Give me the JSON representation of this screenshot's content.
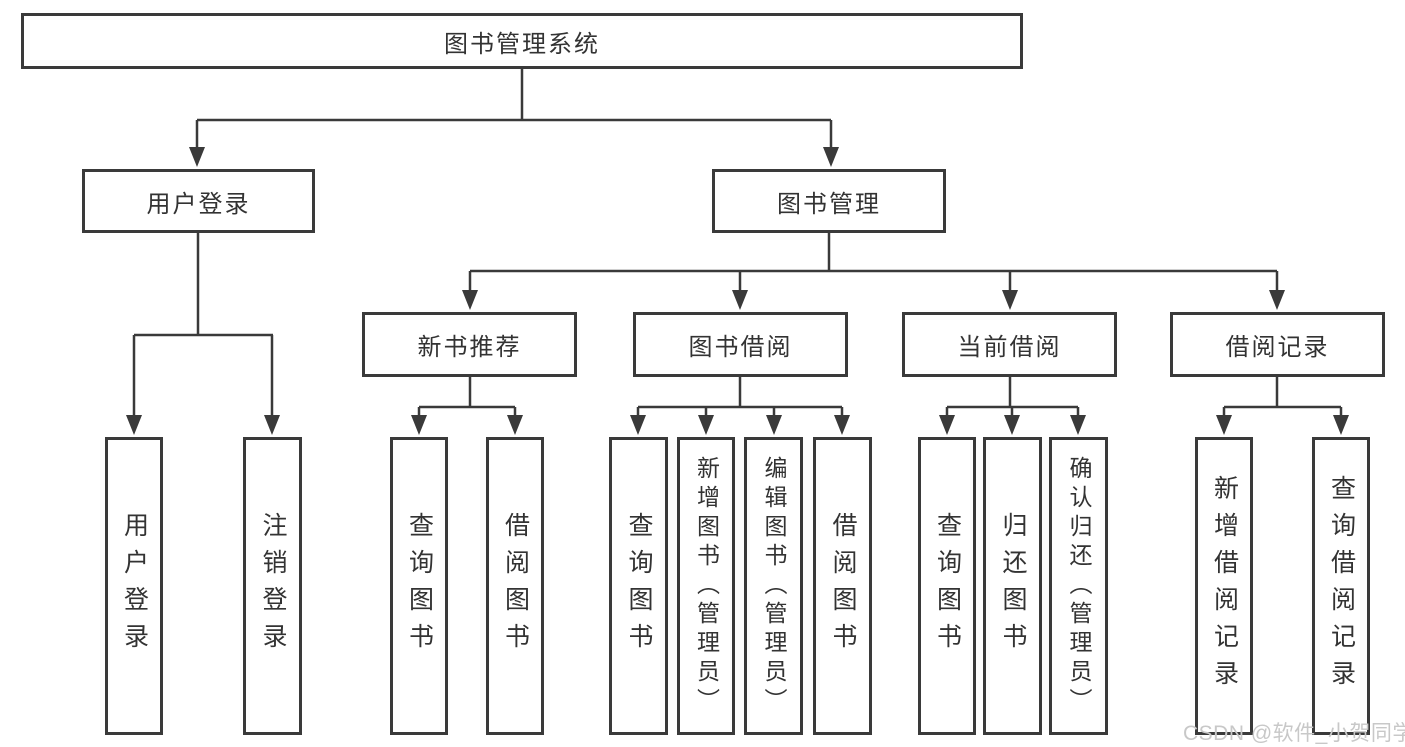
{
  "diagram_title": "图书管理系统",
  "nodes": [
    {
      "id": "root",
      "label": "图书管理系统"
    },
    {
      "id": "login",
      "label": "用户登录"
    },
    {
      "id": "book-mgmt",
      "label": "图书管理"
    },
    {
      "id": "new-books",
      "label": "新书推荐"
    },
    {
      "id": "book-borrow",
      "label": "图书借阅"
    },
    {
      "id": "current-borrow",
      "label": "当前借阅"
    },
    {
      "id": "borrow-records",
      "label": "借阅记录"
    },
    {
      "id": "login-user",
      "label": "用户登录"
    },
    {
      "id": "login-logout",
      "label": "注销登录"
    },
    {
      "id": "newbooks-query",
      "label": "查询图书"
    },
    {
      "id": "newbooks-borrow",
      "label": "借阅图书"
    },
    {
      "id": "borrow-query",
      "label": "查询图书"
    },
    {
      "id": "borrow-add",
      "label": "新增图书（管理员）"
    },
    {
      "id": "borrow-edit",
      "label": "编辑图书（管理员）"
    },
    {
      "id": "borrow-borrow",
      "label": "借阅图书"
    },
    {
      "id": "current-query",
      "label": "查询图书"
    },
    {
      "id": "current-return",
      "label": "归还图书"
    },
    {
      "id": "current-confirm",
      "label": "确认归还（管理员）"
    },
    {
      "id": "records-add",
      "label": "新增借阅记录"
    },
    {
      "id": "records-query",
      "label": "查询借阅记录"
    }
  ],
  "watermark": {
    "text": "CSDN @软件_小贺同学"
  },
  "colors": {
    "line": "#3a3a3a",
    "text": "#333333",
    "background": "#ffffff",
    "watermark": "#c8c8c8"
  }
}
